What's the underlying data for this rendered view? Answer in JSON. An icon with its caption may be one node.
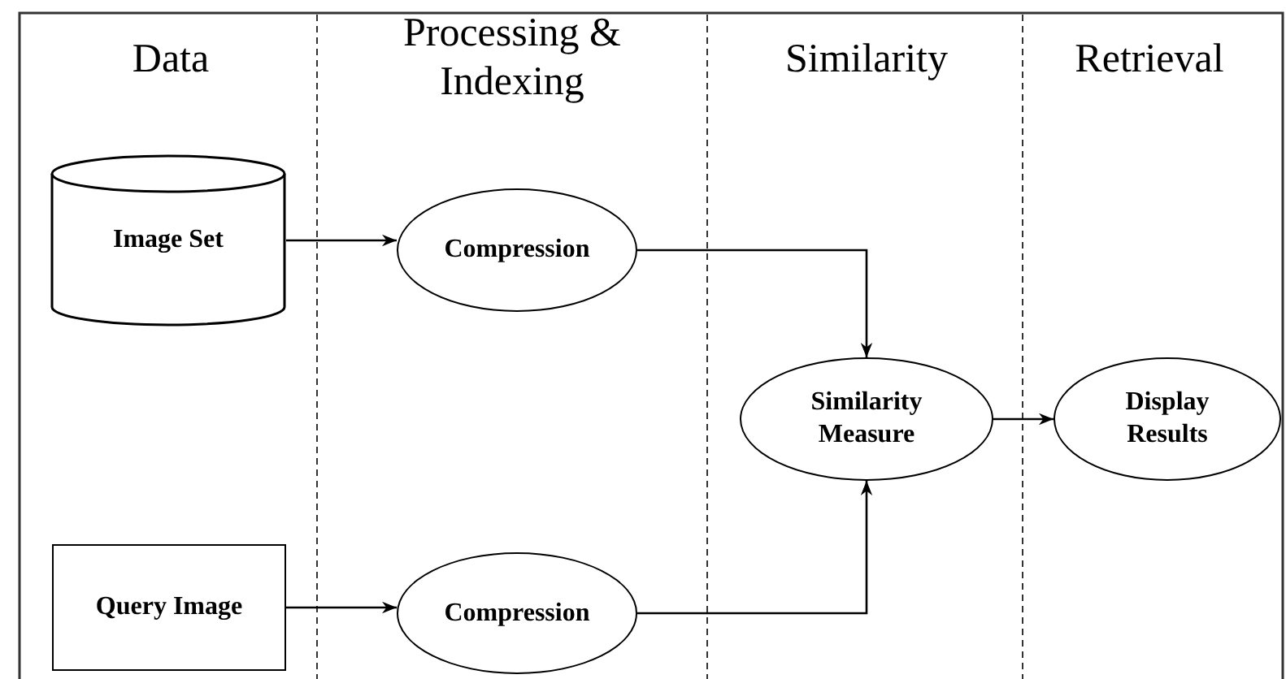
{
  "diagram": {
    "nodes": [
      {
        "text": [
          "Image Set"
        ]
      },
      {
        "text": [
          "Query Image"
        ]
      },
      {
        "text": [
          "Compression"
        ]
      },
      {
        "text": [
          "Compression"
        ]
      },
      {
        "text": [
          "Similarity Measure"
        ]
      },
      {
        "text": [
          "Display Results"
        ]
      }
    ],
    "edges": [
      {
        "from": 0,
        "to": 2,
        "arrow": "to"
      },
      {
        "from": 1,
        "to": 3,
        "arrow": "to"
      },
      {
        "from": 2,
        "to": 4,
        "arrow": "to"
      },
      {
        "from": 3,
        "to": 4,
        "arrow": "to"
      },
      {
        "from": 4,
        "to": 5,
        "arrow": "to"
      }
    ],
    "labels": [
      "Data",
      "Processing & Indexing",
      "Similarity",
      "Retrieval"
    ]
  }
}
